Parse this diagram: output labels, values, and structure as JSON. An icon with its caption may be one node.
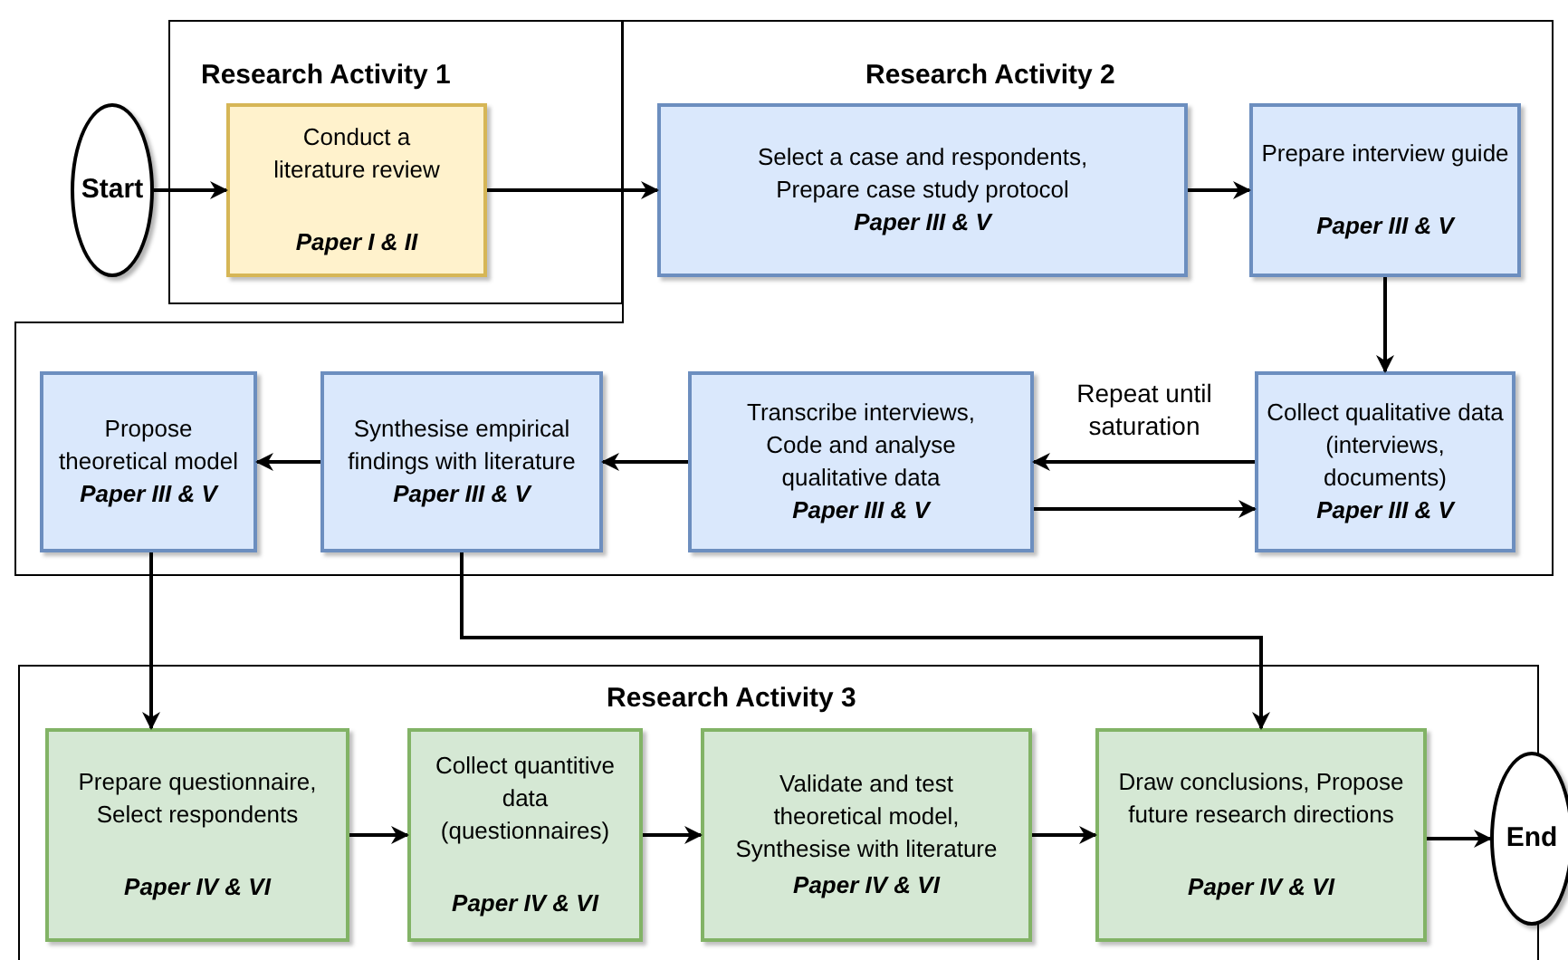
{
  "diagram": {
    "nodes": [
      {
        "text": [
          "Research Activity 1"
        ]
      },
      {
        "text": [
          "Research Activity 2"
        ]
      },
      {
        "text": [
          "Start"
        ]
      },
      {
        "text": [
          "Conduct a literature review",
          "Paper I & II"
        ],
        "in": 0
      },
      {
        "text": [
          "Select a case and respondents, Prepare case study protocol",
          "Paper III & V"
        ],
        "in": 1
      },
      {
        "text": [
          "Prepare interview guide",
          "Paper III & V"
        ],
        "in": 1
      },
      {
        "text": [
          "Propose theoretical model",
          "Paper III & V"
        ],
        "in": 1
      },
      {
        "text": [
          "Synthesise empirical findings with literature",
          "Paper III & V"
        ],
        "in": 1
      },
      {
        "text": [
          "Transcribe interviews, Code and analyse qualitative data",
          "Paper III & V"
        ],
        "in": 1
      },
      {
        "text": [
          "Collect qualitative data (interviews, documents)",
          "Paper III & V"
        ],
        "in": 1
      },
      {
        "text": [
          "Research Activity 3"
        ]
      },
      {
        "text": [
          "Prepare questionnaire, Select respondents",
          "Paper IV & VI"
        ],
        "in": 10
      },
      {
        "text": [
          "Collect quantitive data (questionnaires)",
          "Paper IV & VI"
        ],
        "in": 10
      },
      {
        "text": [
          "Validate and test theoretical model, Synthesise with literature",
          "Paper IV & VI"
        ],
        "in": 10
      },
      {
        "text": [
          "Draw conclusions, Propose future research directions",
          "Paper IV & VI"
        ],
        "in": 10
      },
      {
        "text": [
          "End"
        ]
      }
    ],
    "edges": [
      {
        "from": 2,
        "to": 3,
        "arrow": "to"
      },
      {
        "from": 3,
        "to": 4,
        "arrow": "to"
      },
      {
        "from": 4,
        "to": 5,
        "arrow": "to"
      },
      {
        "from": 5,
        "to": 9,
        "arrow": "to"
      },
      {
        "from": 9,
        "to": 8,
        "arrow": "to",
        "label": "Repeat until saturation"
      },
      {
        "from": 8,
        "to": 9,
        "arrow": "to"
      },
      {
        "from": 8,
        "to": 7,
        "arrow": "to"
      },
      {
        "from": 7,
        "to": 6,
        "arrow": "to"
      },
      {
        "from": 6,
        "to": 11,
        "arrow": "to"
      },
      {
        "from": 7,
        "to": 14,
        "arrow": "to"
      },
      {
        "from": 11,
        "to": 12,
        "arrow": "to"
      },
      {
        "from": 12,
        "to": 13,
        "arrow": "to"
      },
      {
        "from": 13,
        "to": 14,
        "arrow": "to"
      },
      {
        "from": 14,
        "to": 15,
        "arrow": "to"
      }
    ]
  }
}
